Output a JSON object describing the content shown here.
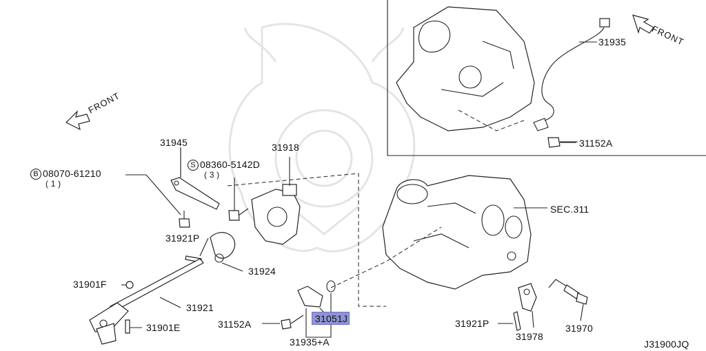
{
  "diagram_code": "J31900JQ",
  "front_label": "FRONT",
  "inset_front_label": "FRONT",
  "section_ref": "SEC.311",
  "highlight_color": "#8f94d8",
  "parts": {
    "p31935": "31935",
    "p31152A_top": "31152A",
    "p31945": "31945",
    "p31918": "31918",
    "bolt_b_code": "08070-61210",
    "bolt_b_qty": "( 1 )",
    "bolt_b_symbol": "B",
    "screw_s_code": "08360-5142D",
    "screw_s_qty": "( 3 )",
    "screw_s_symbol": "S",
    "p31921P_left": "31921P",
    "p31924": "31924",
    "p31901F": "31901F",
    "p31921": "31921",
    "p31901E": "31901E",
    "p31152A_bottom": "31152A",
    "p31051J": "31051J",
    "p31935A": "31935+A",
    "p31921P_right": "31921P",
    "p31978": "31978",
    "p31970": "31970"
  }
}
